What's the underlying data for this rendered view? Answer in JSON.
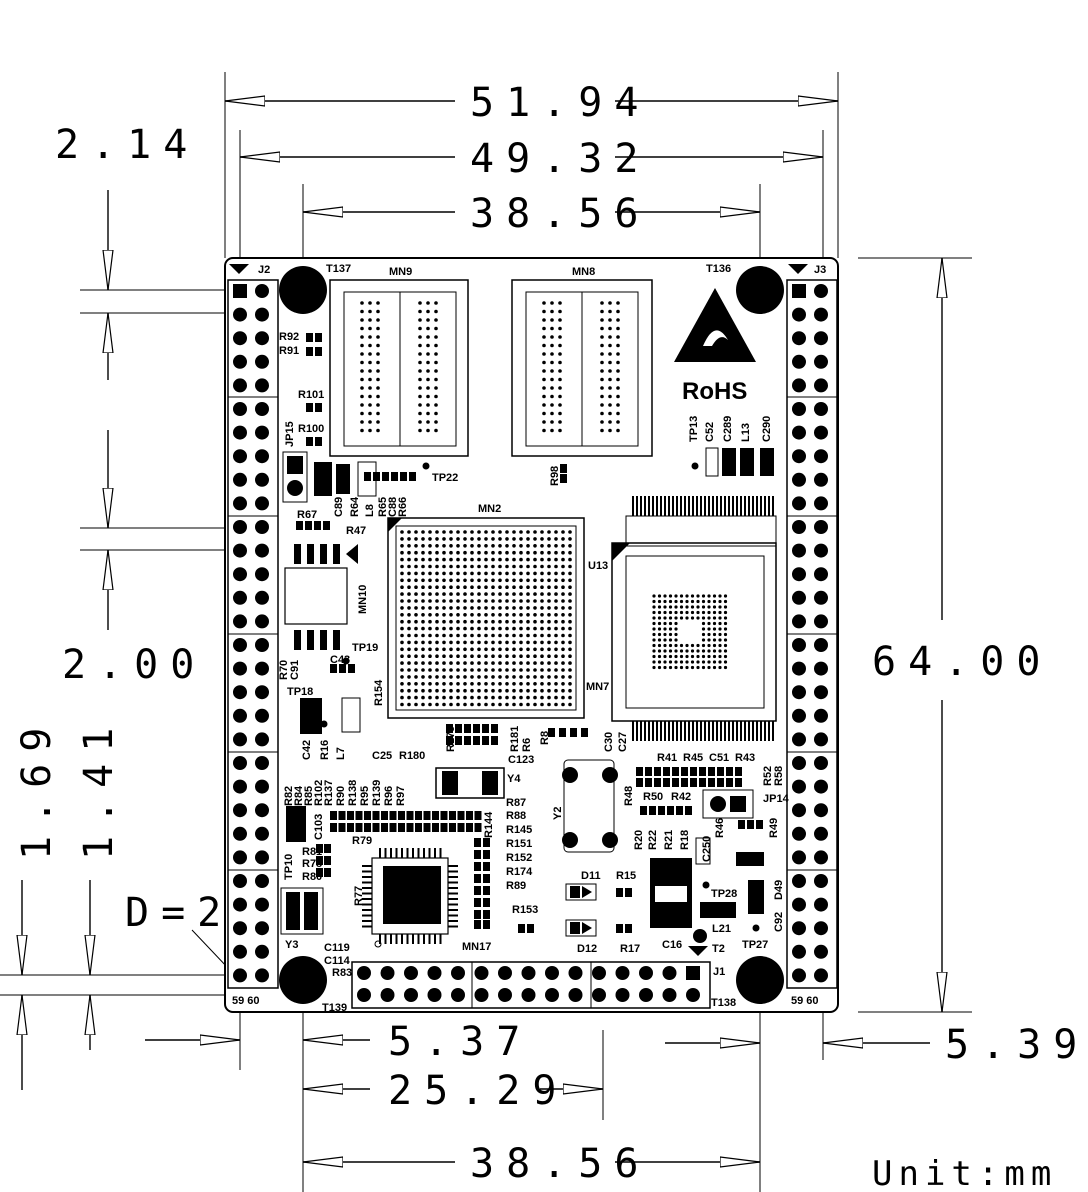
{
  "dimensions": {
    "width_outer": "51.94",
    "width_conn": "49.32",
    "mount_hole_x_top": "38.56",
    "left_margin": "2.14",
    "vertical_pitch": "2.00",
    "height": "64.00",
    "bottom_1": "1.69",
    "bottom_2": "1.41",
    "hole_diameter": "D=2",
    "bottom_left_offset": "5.37",
    "bottom_conn_span": "25.29",
    "mount_hole_x_bottom": "38.56",
    "right_offset": "5.39",
    "unit": "Unit:mm"
  },
  "connectors": {
    "j2": "J2",
    "j3": "J3",
    "j1": "J1",
    "left_pins_end": "59 60",
    "right_pins_end": "59 60"
  },
  "mount_holes": {
    "top_left": "T137",
    "top_right": "T136",
    "bottom_left": "T139",
    "bottom_right": "T138"
  },
  "chips": {
    "mn9": "MN9",
    "mn8": "MN8",
    "mn2": "MN2",
    "mn7": "MN7",
    "u13": "U13",
    "mn10": "MN10",
    "mn17": "MN17",
    "y2": "Y2",
    "y3": "Y3",
    "y4": "Y4"
  },
  "rohs": "RoHS",
  "labels": [
    {
      "id": "r92",
      "text": "R92"
    },
    {
      "id": "r91",
      "text": "R91"
    },
    {
      "id": "r101",
      "text": "R101"
    },
    {
      "id": "r100",
      "text": "R100"
    },
    {
      "id": "jp15",
      "text": "JP15"
    },
    {
      "id": "tp22",
      "text": "TP22"
    },
    {
      "id": "r67",
      "text": "R67"
    },
    {
      "id": "r47",
      "text": "R47"
    },
    {
      "id": "c89",
      "text": "C89"
    },
    {
      "id": "r64",
      "text": "R64"
    },
    {
      "id": "l8",
      "text": "L8"
    },
    {
      "id": "r65",
      "text": "R65"
    },
    {
      "id": "c88",
      "text": "C88"
    },
    {
      "id": "r66",
      "text": "R66"
    },
    {
      "id": "r98",
      "text": "R98"
    },
    {
      "id": "tp13",
      "text": "TP13"
    },
    {
      "id": "c52",
      "text": "C52"
    },
    {
      "id": "c289",
      "text": "C289"
    },
    {
      "id": "l13",
      "text": "L13"
    },
    {
      "id": "c290",
      "text": "C290"
    },
    {
      "id": "r70",
      "text": "R70"
    },
    {
      "id": "c91",
      "text": "C91"
    },
    {
      "id": "c43",
      "text": "C43"
    },
    {
      "id": "tp19",
      "text": "TP19"
    },
    {
      "id": "tp18",
      "text": "TP18"
    },
    {
      "id": "r154",
      "text": "R154"
    },
    {
      "id": "c42",
      "text": "C42"
    },
    {
      "id": "r16",
      "text": "R16"
    },
    {
      "id": "l7",
      "text": "L7"
    },
    {
      "id": "c25",
      "text": "C25"
    },
    {
      "id": "r180",
      "text": "R180"
    },
    {
      "id": "r179",
      "text": "R179"
    },
    {
      "id": "r181",
      "text": "R181"
    },
    {
      "id": "r6",
      "text": "R6"
    },
    {
      "id": "r8",
      "text": "R8"
    },
    {
      "id": "c30",
      "text": "C30"
    },
    {
      "id": "c27",
      "text": "C27"
    },
    {
      "id": "c123",
      "text": "C123"
    },
    {
      "id": "r41",
      "text": "R41"
    },
    {
      "id": "r45",
      "text": "R45"
    },
    {
      "id": "c51",
      "text": "C51"
    },
    {
      "id": "r43",
      "text": "R43"
    },
    {
      "id": "r52",
      "text": "R52"
    },
    {
      "id": "r58",
      "text": "R58"
    },
    {
      "id": "r48",
      "text": "R48"
    },
    {
      "id": "r50",
      "text": "R50"
    },
    {
      "id": "r42",
      "text": "R42"
    },
    {
      "id": "jp14",
      "text": "JP14"
    },
    {
      "id": "r49",
      "text": "R49"
    },
    {
      "id": "r46",
      "text": "R46"
    },
    {
      "id": "c250",
      "text": "C250"
    },
    {
      "id": "r20",
      "text": "R20"
    },
    {
      "id": "r22",
      "text": "R22"
    },
    {
      "id": "r21",
      "text": "R21"
    },
    {
      "id": "r18",
      "text": "R18"
    },
    {
      "id": "r82",
      "text": "R82"
    },
    {
      "id": "r84",
      "text": "R84"
    },
    {
      "id": "r85",
      "text": "R85"
    },
    {
      "id": "r102",
      "text": "R102"
    },
    {
      "id": "r137",
      "text": "R137"
    },
    {
      "id": "r90",
      "text": "R90"
    },
    {
      "id": "r138",
      "text": "R138"
    },
    {
      "id": "r95",
      "text": "R95"
    },
    {
      "id": "r139",
      "text": "R139"
    },
    {
      "id": "r96",
      "text": "R96"
    },
    {
      "id": "r97",
      "text": "R97"
    },
    {
      "id": "r144",
      "text": "R144"
    },
    {
      "id": "r87",
      "text": "R87"
    },
    {
      "id": "r88",
      "text": "R88"
    },
    {
      "id": "r145",
      "text": "R145"
    },
    {
      "id": "r151",
      "text": "R151"
    },
    {
      "id": "r152",
      "text": "R152"
    },
    {
      "id": "r174",
      "text": "R174"
    },
    {
      "id": "r89",
      "text": "R89"
    },
    {
      "id": "r153",
      "text": "R153"
    },
    {
      "id": "c103",
      "text": "C103"
    },
    {
      "id": "r79",
      "text": "R79"
    },
    {
      "id": "r81",
      "text": "R81"
    },
    {
      "id": "r78",
      "text": "R78"
    },
    {
      "id": "r80",
      "text": "R80"
    },
    {
      "id": "tp10",
      "text": "TP10"
    },
    {
      "id": "r77",
      "text": "R77"
    },
    {
      "id": "c119",
      "text": "C119"
    },
    {
      "id": "c114",
      "text": "C114"
    },
    {
      "id": "r83",
      "text": "R83"
    },
    {
      "id": "d11",
      "text": "D11"
    },
    {
      "id": "r15",
      "text": "R15"
    },
    {
      "id": "d12",
      "text": "D12"
    },
    {
      "id": "r17",
      "text": "R17"
    },
    {
      "id": "c16",
      "text": "C16"
    },
    {
      "id": "t2",
      "text": "T2"
    },
    {
      "id": "tp27",
      "text": "TP27"
    },
    {
      "id": "tp28",
      "text": "TP28"
    },
    {
      "id": "l21",
      "text": "L21"
    },
    {
      "id": "c92",
      "text": "C92"
    },
    {
      "id": "d49",
      "text": "D49"
    }
  ]
}
